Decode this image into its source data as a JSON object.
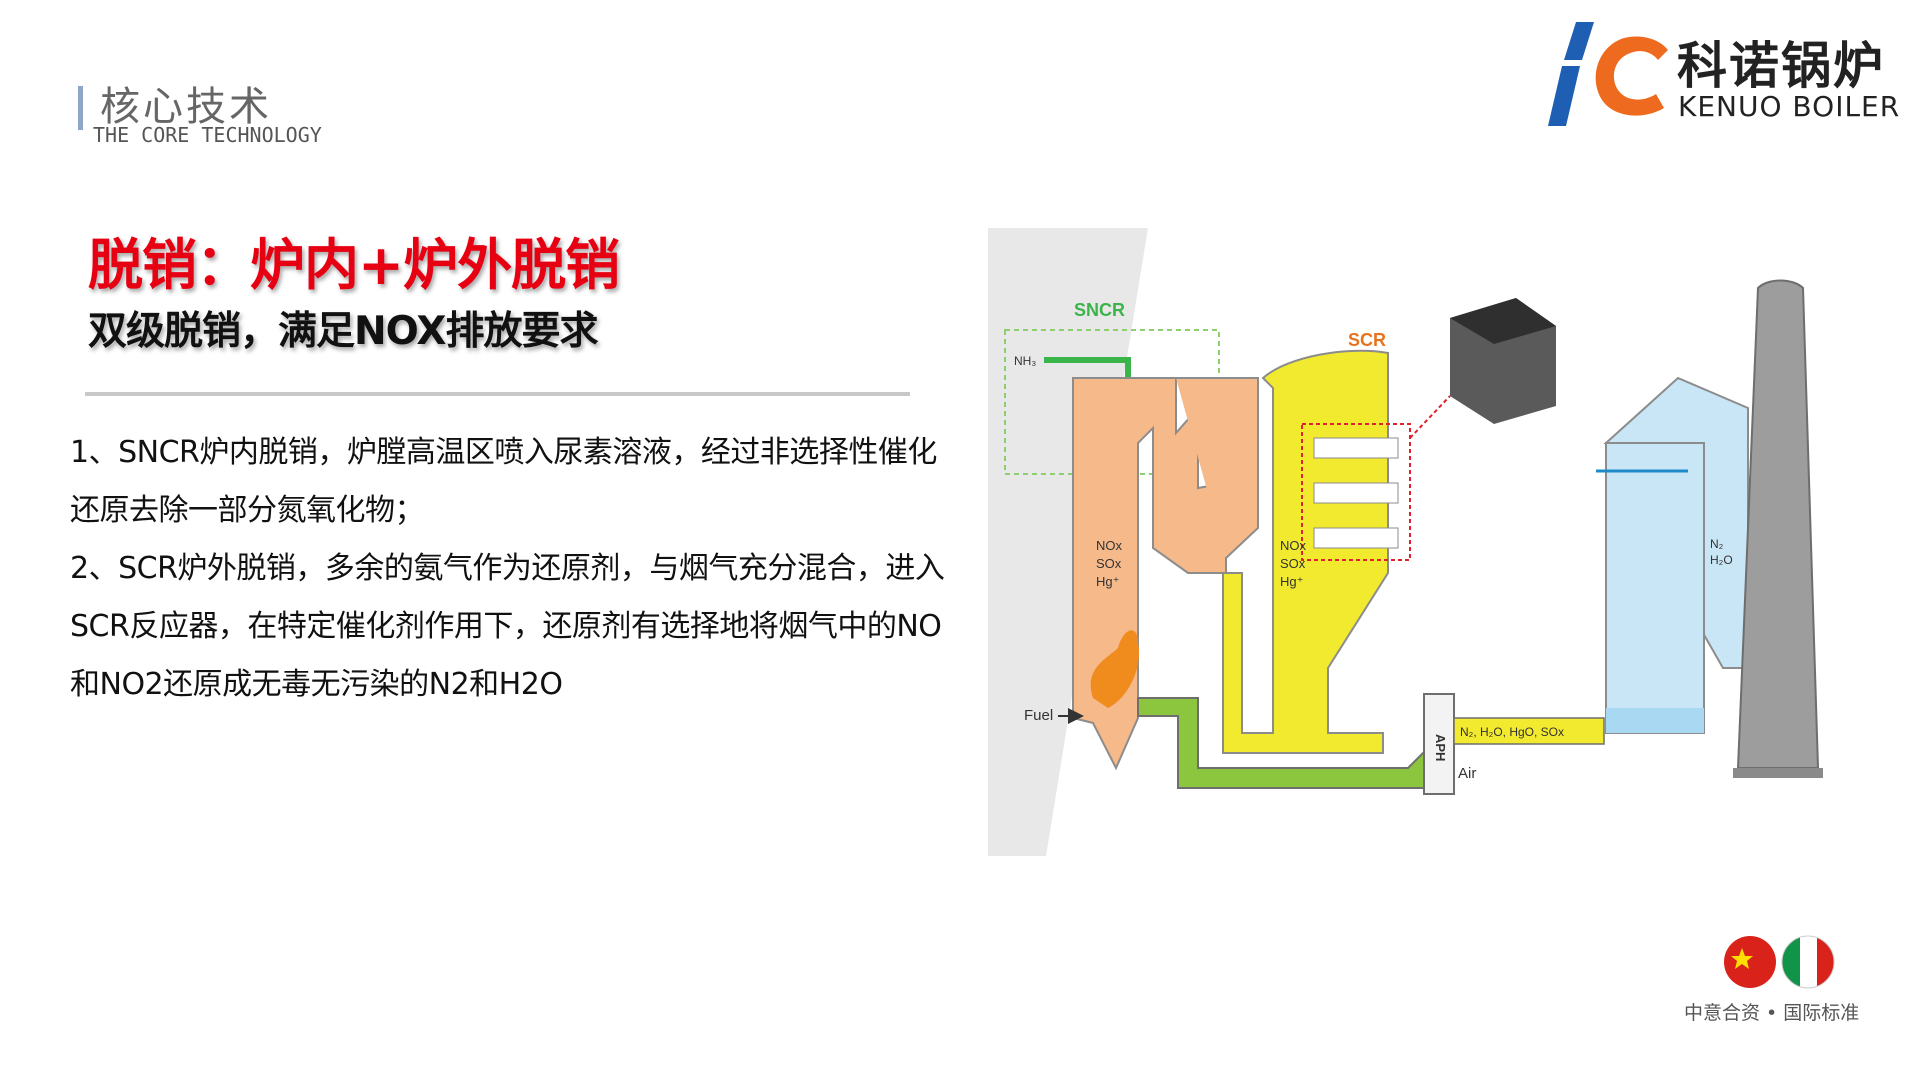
{
  "header": {
    "title": "核心技术",
    "subtitle": "THE CORE TECHNOLOGY"
  },
  "logo": {
    "name_cn": "科诺锅炉",
    "name_en": "KENUO BOILER",
    "colors": {
      "blue": "#1e5fb4",
      "orange": "#ee6a1e"
    }
  },
  "main": {
    "title": "脱销：炉内+炉外脱销",
    "subtitle": "双级脱销，满足NOX排放要求",
    "title_color": "#e60012",
    "paragraphs": [
      "1、SNCR炉内脱销，炉膛高温区喷入尿素溶液，经过非选择性催化还原去除一部分氮氧化物；",
      "2、SCR炉外脱销，多余的氨气作为还原剂，与烟气充分混合，进入SCR反应器，在特定催化剂作用下，还原剂有选择地将烟气中的NO和NO2还原成无毒无污染的N2和H2O"
    ]
  },
  "diagram": {
    "labels": {
      "sncr": "SNCR",
      "nh3": "NH₃",
      "scr": "SCR",
      "gas_boiler": [
        "NOx",
        "SOx",
        "Hg⁺"
      ],
      "gas_scr": [
        "NOx",
        "SOx",
        "Hg⁺"
      ],
      "gas_tower": [
        "N₂",
        "H₂O"
      ],
      "fuel": "Fuel",
      "air": "Air",
      "aph": "APH",
      "duct_label": "N₂, H₂O, HgO, SOx"
    },
    "colors": {
      "boiler": "#f6b98a",
      "scr": "#f2ea2e",
      "air_duct": "#8cc63f",
      "tower": "#c9e6f7",
      "stack": "#9d9d9d",
      "sncr_green": "#3bb54a",
      "scr_red": "#e0202a"
    }
  },
  "footer": {
    "text": "中意合资 • 国际标准",
    "flags": [
      "china-flag",
      "italy-flag"
    ]
  }
}
